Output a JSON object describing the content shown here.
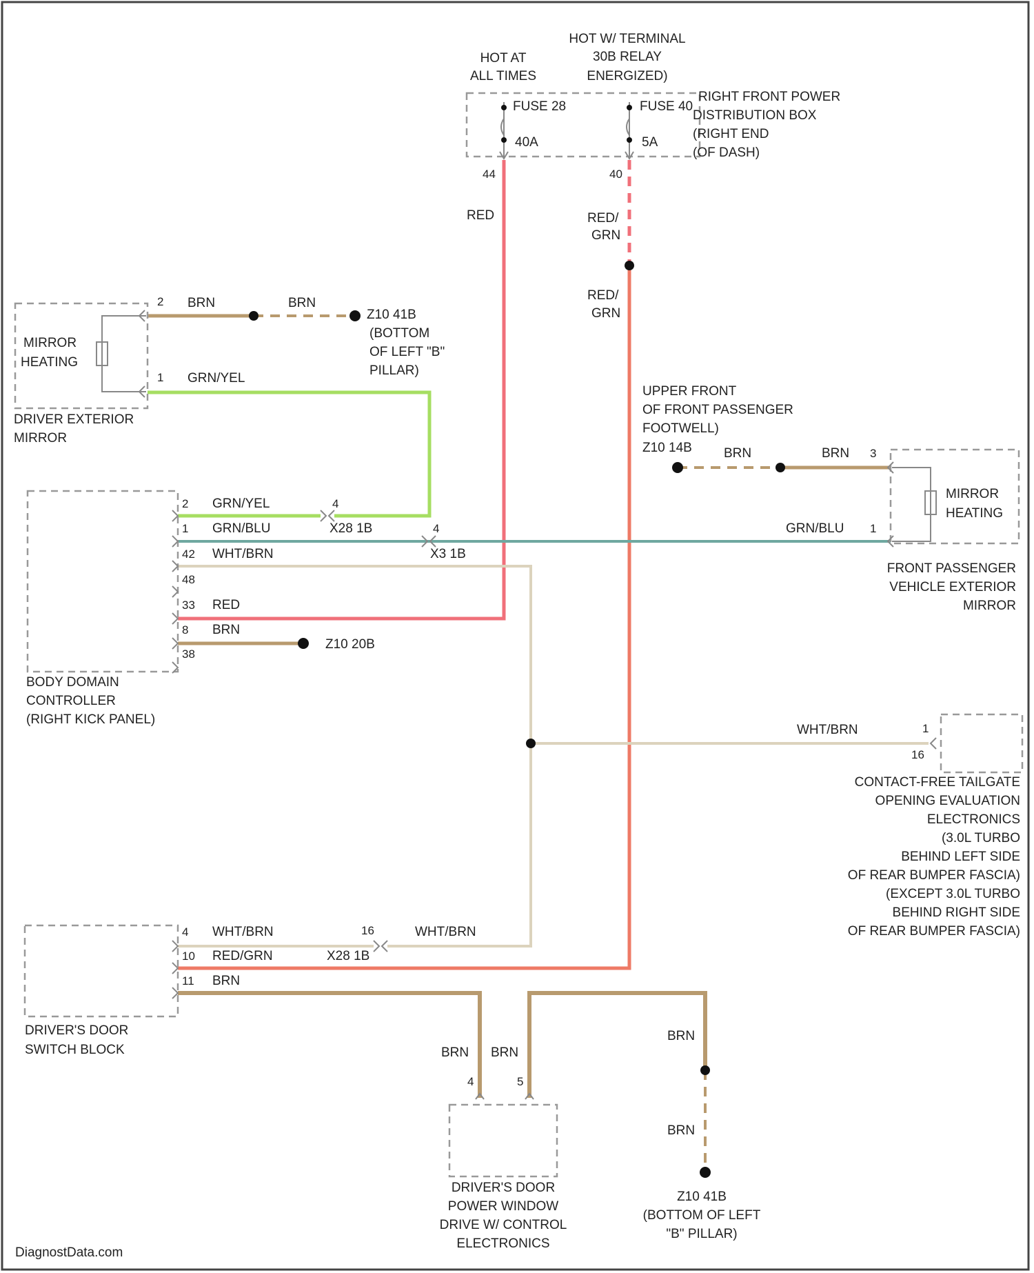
{
  "colors": {
    "RED": "#f0707a",
    "GRN": "#7fc36a",
    "BRN": "#b89a6e",
    "GRN_YEL": "#a6de62",
    "GRN_BLU": "#6fa8a0",
    "WHT_BRN": "#dcd3bd",
    "RED_GRN": "#ee7a66"
  },
  "fuse_box": {
    "hot_all_times": [
      "HOT AT",
      "ALL TIMES"
    ],
    "hot_terminal": [
      "HOT W/ TERMINAL",
      "30B RELAY",
      "ENERGIZED)"
    ],
    "fuse_left_name": "FUSE 28",
    "fuse_left_amps": "40A",
    "fuse_left_pin": "44",
    "fuse_right_name": "FUSE 40",
    "fuse_right_amps": "5A",
    "fuse_right_pin": "40",
    "label": [
      "RIGHT FRONT POWER",
      "DISTRIBUTION BOX",
      "(RIGHT END",
      "(OF DASH)"
    ]
  },
  "driver_mirror": {
    "inner": [
      "MIRROR",
      "HEATING"
    ],
    "label": [
      "DRIVER EXTERIOR",
      "MIRROR"
    ],
    "pin_top": "2",
    "pin_bottom": "1",
    "wire_top_a": "BRN",
    "wire_top_b": "BRN",
    "wire_bottom": "GRN/YEL",
    "ground": [
      "Z10 41B",
      "(BOTTOM",
      "OF LEFT \"B\"",
      "PILLAR)"
    ]
  },
  "passenger_mirror": {
    "inner": [
      "MIRROR",
      "HEATING"
    ],
    "label": [
      "FRONT PASSENGER",
      "VEHICLE EXTERIOR",
      "MIRROR"
    ],
    "pin_top": "3",
    "pin_bottom": "1",
    "wire_top_a": "BRN",
    "wire_top_b": "BRN",
    "wire_bottom": "GRN/BLU",
    "ground": [
      "UPPER FRONT",
      "OF FRONT PASSENGER",
      "FOOTWELL)",
      "Z10 14B"
    ]
  },
  "bdc": {
    "label": [
      "BODY DOMAIN",
      "CONTROLLER",
      "(RIGHT KICK PANEL)"
    ],
    "pins": [
      "2",
      "1",
      "42",
      "48",
      "33",
      "8",
      "38"
    ],
    "wires": [
      "GRN/YEL",
      "GRN/BLU",
      "WHT/BRN",
      "",
      "RED",
      "BRN",
      ""
    ],
    "ground": "Z10 20B"
  },
  "inline": {
    "x28_a_pin": "4",
    "x28_a_name": "X28 1B",
    "x3_pin": "4",
    "x3_name": "X3 1B",
    "x28_b_pin": "16",
    "x28_b_name": "X28 1B"
  },
  "wire_labels": {
    "red_vertical": "RED",
    "red_grn_upper": [
      "RED/",
      "GRN"
    ],
    "red_grn_lower": [
      "RED/",
      "GRN"
    ],
    "wht_brn_tailgate": "WHT/BRN",
    "wht_brn_switch": "WHT/BRN"
  },
  "tailgate": {
    "pin_top": "1",
    "pin_bottom": "16",
    "label": [
      "CONTACT-FREE TAILGATE",
      "OPENING EVALUATION",
      "ELECTRONICS",
      "(3.0L TURBO",
      "BEHIND LEFT SIDE",
      "OF REAR BUMPER FASCIA)",
      "(EXCEPT 3.0L TURBO",
      "BEHIND RIGHT SIDE",
      "OF REAR BUMPER FASCIA)"
    ]
  },
  "switch_block": {
    "label": [
      "DRIVER'S DOOR",
      "SWITCH BLOCK"
    ],
    "pins": [
      "4",
      "10",
      "11"
    ],
    "wires": [
      "WHT/BRN",
      "RED/GRN",
      "BRN"
    ]
  },
  "window": {
    "label": [
      "DRIVER'S DOOR",
      "POWER WINDOW",
      "DRIVE W/ CONTROL",
      "ELECTRONICS"
    ],
    "pin_a": "4",
    "pin_b": "5",
    "wire_a": "BRN",
    "wire_b": "BRN",
    "wire_c": "BRN",
    "wire_d": "BRN",
    "ground": [
      "Z10 41B",
      "(BOTTOM OF LEFT",
      "\"B\" PILLAR)"
    ]
  },
  "watermark": "DiagnostData.com"
}
